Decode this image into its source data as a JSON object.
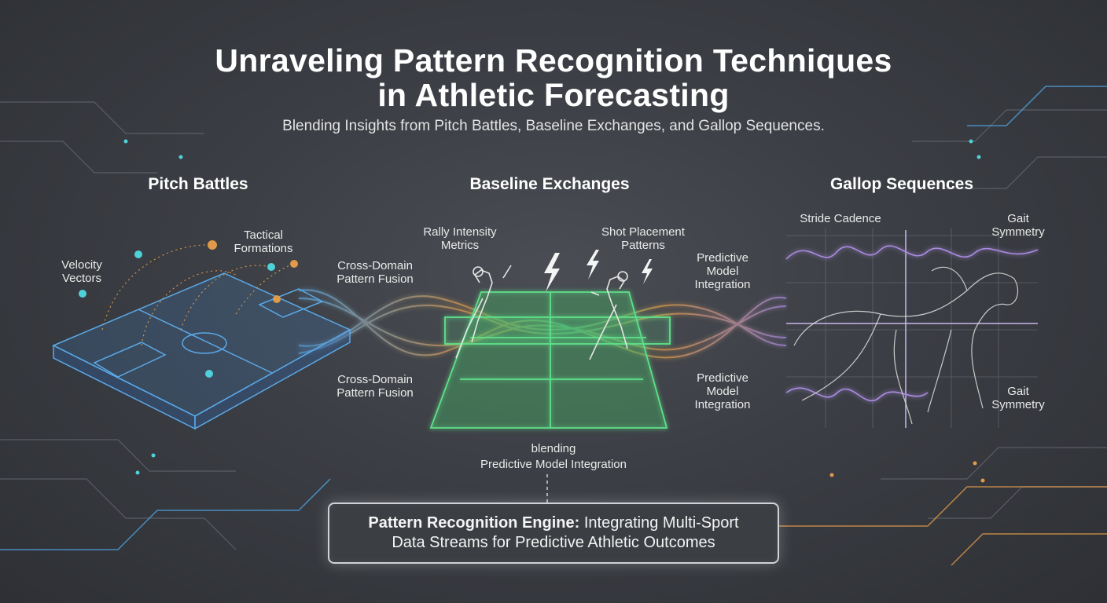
{
  "header": {
    "title_line1": "Unraveling Pattern Recognition Techniques",
    "title_line2": "in Athletic Forecasting",
    "subtitle": "Blending Insights from Pitch Battles, Baseline Exchanges, and Gallop Sequences."
  },
  "panels": {
    "pitch": {
      "title": "Pitch Battles",
      "velocity_label": [
        "Velocity",
        "Vectors"
      ],
      "tactical_label": [
        "Tactical",
        "Formations"
      ]
    },
    "baseline": {
      "title": "Baseline Exchanges",
      "rally_label": [
        "Rally Intensity",
        "Metrics"
      ],
      "shot_label": [
        "Shot Placement",
        "Patterns"
      ]
    },
    "gallop": {
      "title": "Gallop Sequences",
      "stride_label": "Stride Cadence",
      "gait_top_label": [
        "Gait",
        "Symmetry"
      ],
      "gait_bottom_label": [
        "Gait",
        "Symmetry"
      ]
    }
  },
  "connectors": {
    "left_top": [
      "Cross-Domain",
      "Pattern Fusion"
    ],
    "left_bottom": [
      "Cross-Domain",
      "Pattern Fusion"
    ],
    "right_top": [
      "Predictive",
      "Model",
      "Integration"
    ],
    "right_bottom": [
      "Predictive",
      "Model",
      "Integration"
    ]
  },
  "blending": {
    "line1": "blending",
    "line2": "Predictive Model Integration"
  },
  "engine": {
    "bold": "Pattern Recognition Engine:",
    "rest1": " Integrating Multi-Sport",
    "line2": "Data Streams for Predictive Athletic Outcomes"
  },
  "colors": {
    "pitch_accent": "#5aa8e6",
    "court_accent": "#5fe08a",
    "gallop_accent": "#a98be0",
    "orange_accent": "#e09a4a",
    "teal_accent": "#4fd1d9"
  }
}
